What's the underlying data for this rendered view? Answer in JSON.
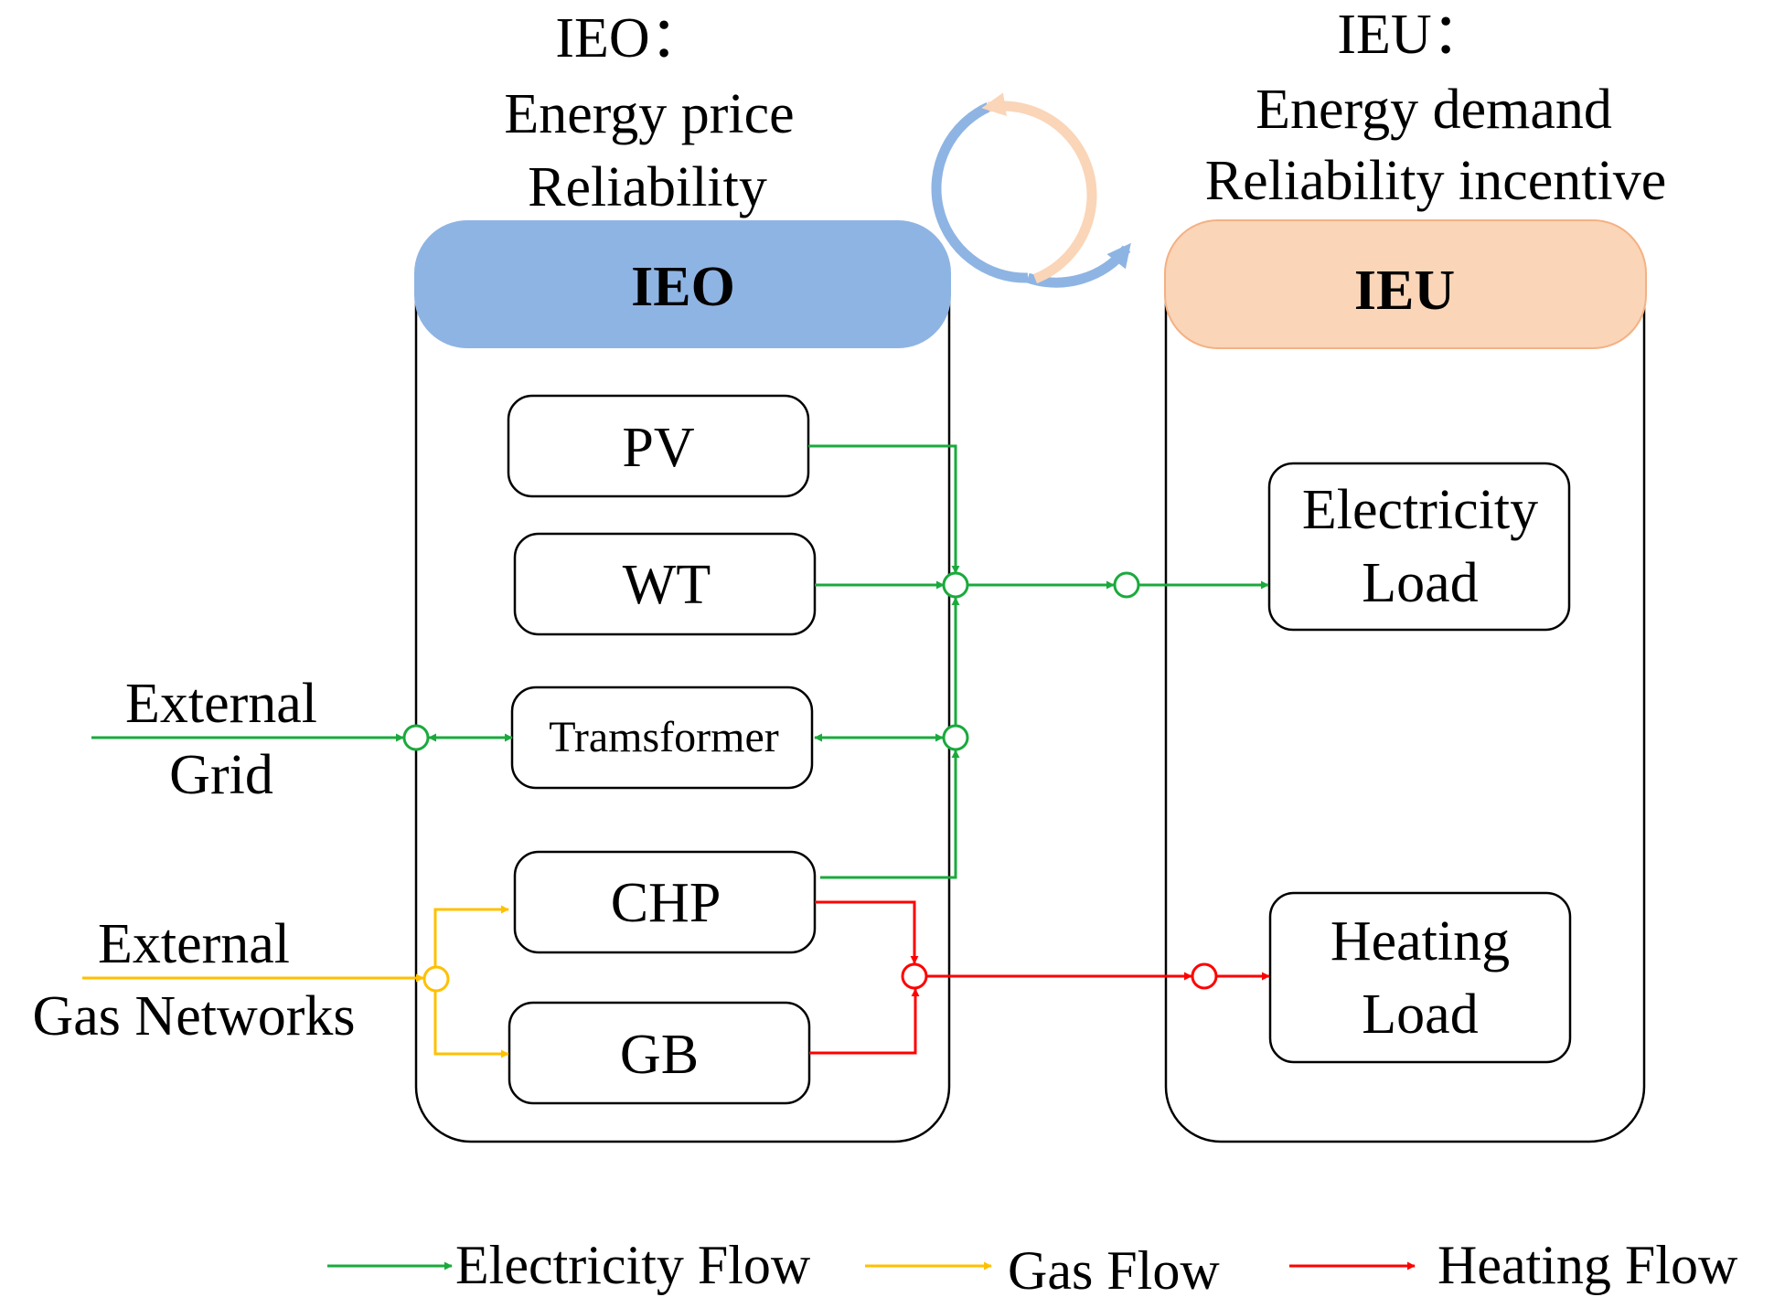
{
  "ieo_annotation": {
    "line1": "IEO：",
    "line2": "Energy price",
    "line3": "Reliability"
  },
  "ieu_annotation": {
    "line1": "IEU：",
    "line2": "Energy demand",
    "line3": "Reliability incentive"
  },
  "ieo_panel": {
    "title": "IEO",
    "color": "#8eb4e3"
  },
  "ieu_panel": {
    "title": "IEU",
    "color": "#fad5b8"
  },
  "components": {
    "pv": "PV",
    "wt": "WT",
    "transformer": "Tramsformer",
    "chp": "CHP",
    "gb": "GB"
  },
  "loads": {
    "electricity": {
      "line1": "Electricity",
      "line2": "Load"
    },
    "heating": {
      "line1": "Heating",
      "line2": "Load"
    }
  },
  "external": {
    "grid": {
      "line1": "External",
      "line2": "Grid"
    },
    "gas": {
      "line1": "External",
      "line2": "Gas Networks"
    }
  },
  "legend": {
    "electricity": {
      "label": "Electricity Flow",
      "color": "#1aaa3c"
    },
    "gas": {
      "label": "Gas Flow",
      "color": "#ffc000"
    },
    "heating": {
      "label": "Heating Flow",
      "color": "#ff0000"
    }
  }
}
